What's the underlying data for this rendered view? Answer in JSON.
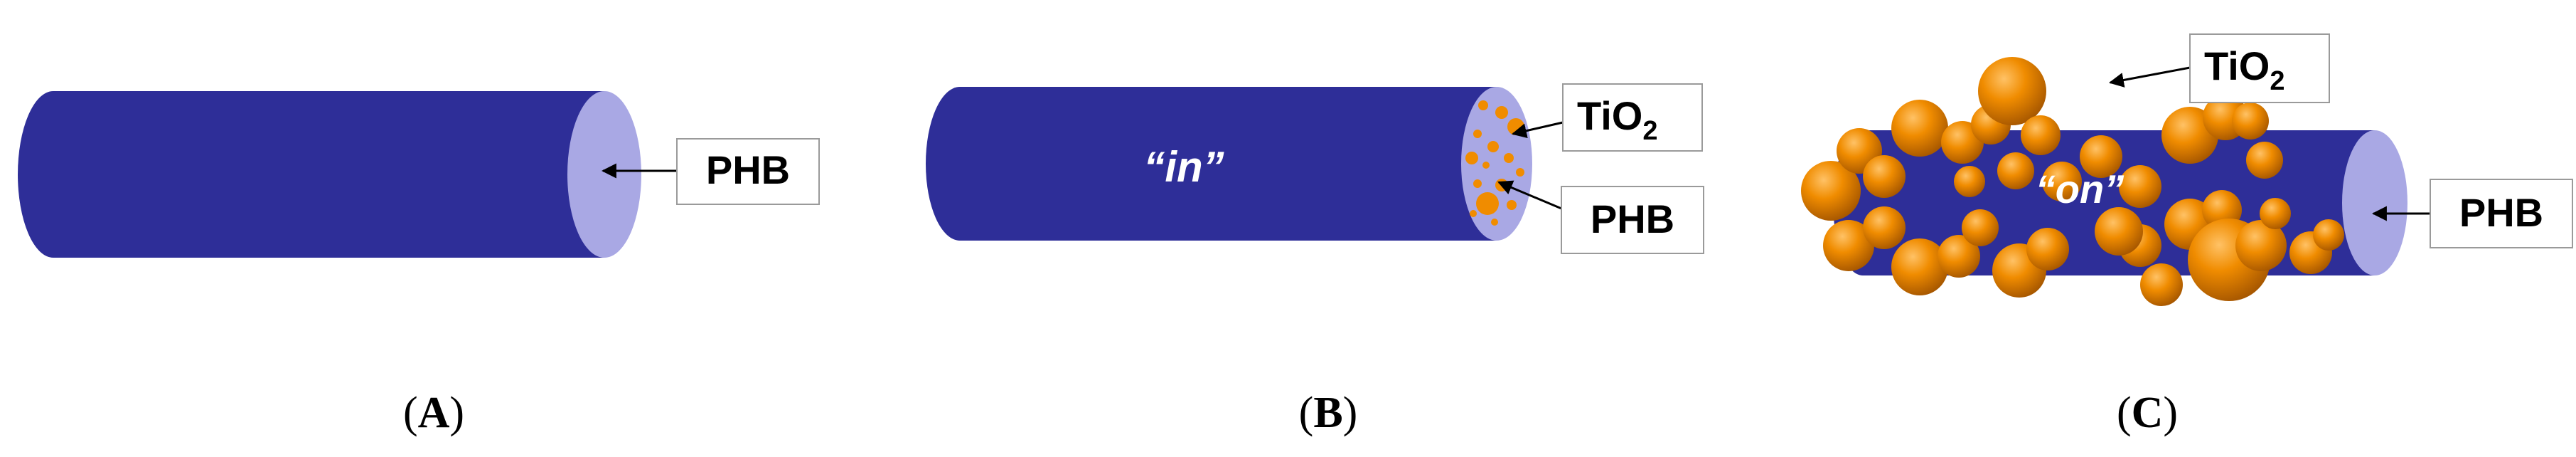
{
  "panel_a": {
    "caption_open": "(",
    "caption_letter": "A",
    "caption_close": ")",
    "label": "PHB"
  },
  "panel_b": {
    "caption_open": "(",
    "caption_letter": "B",
    "caption_close": ")",
    "tio2_main": "TiO",
    "tio2_sub": "2",
    "phb_label": "PHB",
    "fiber_text": "“in”"
  },
  "panel_c": {
    "caption_open": "(",
    "caption_letter": "C",
    "caption_close": ")",
    "tio2_main": "TiO",
    "tio2_sub": "2",
    "phb_label": "PHB",
    "fiber_text": "“on”"
  },
  "colors": {
    "fiber_body": "#2E2E98",
    "fiber_end": "#A9A8E4",
    "particle_main": "#F08C00",
    "particle_dark": "#B05E00",
    "particle_light": "#FFB347"
  }
}
